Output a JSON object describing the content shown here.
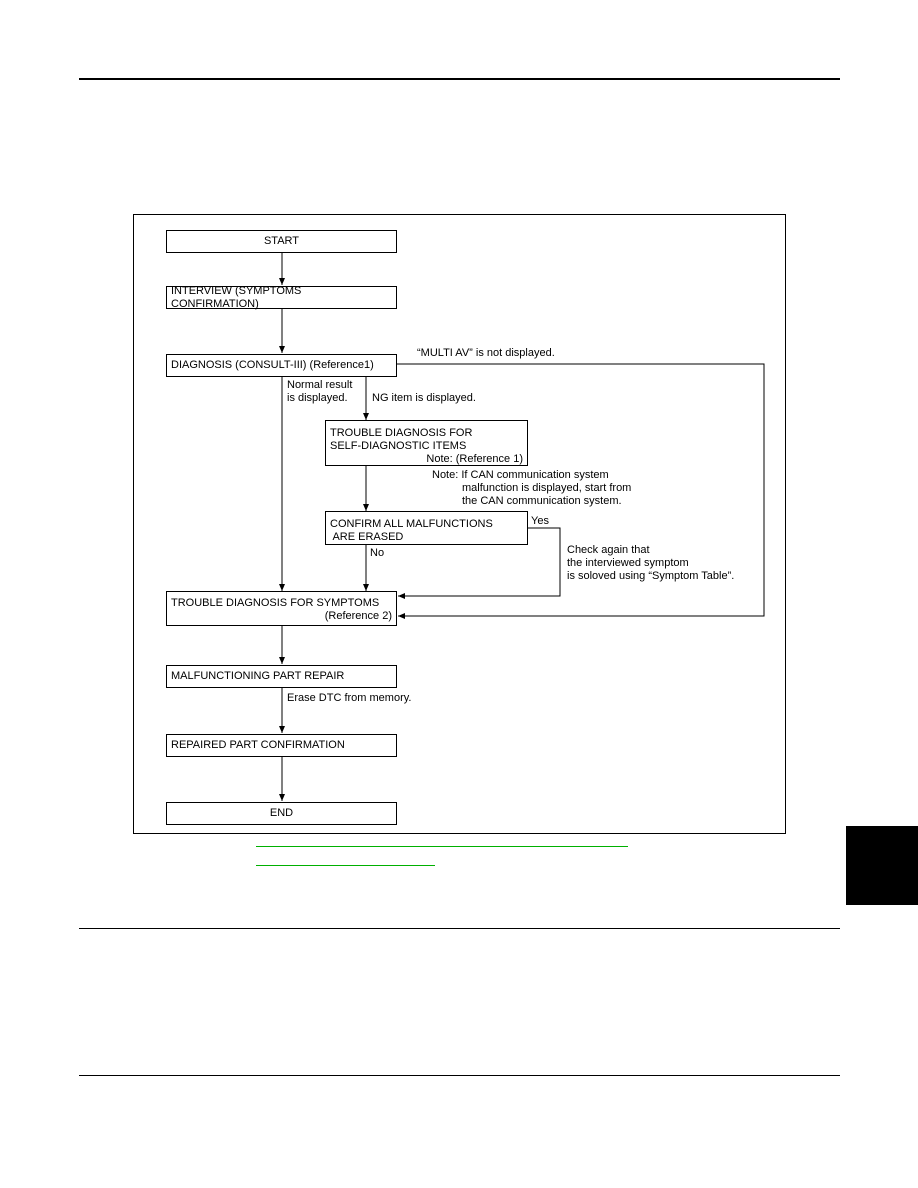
{
  "flowchart": {
    "nodes": {
      "start": "START",
      "interview": "INTERVIEW (SYMPTOMS CONFIRMATION)",
      "diagnosis": "DIAGNOSIS (CONSULT-III) (Reference1)",
      "trouble_self_line1": "TROUBLE DIAGNOSIS FOR",
      "trouble_self_line2": "SELF-DIAGNOSTIC ITEMS",
      "trouble_self_note": "Note: (Reference 1)",
      "confirm_line1": "CONFIRM ALL MALFUNCTIONS",
      "confirm_line2": " ARE ERASED",
      "symptoms_line1": "TROUBLE DIAGNOSIS FOR SYMPTOMS",
      "symptoms_line2": "(Reference 2)",
      "repair": "MALFUNCTIONING PART REPAIR",
      "confirmation": "REPAIRED PART CONFIRMATION",
      "end": "END"
    },
    "labels": {
      "multi_av": "“MULTI AV” is not displayed.",
      "normal_line1": "Normal result",
      "normal_line2": "is displayed.",
      "ng": "NG item is displayed.",
      "can_line1": "Note: If CAN communication system",
      "can_line2": "malfunction is displayed, start from",
      "can_line3": "the CAN communication system.",
      "yes": "Yes",
      "no": "No",
      "check_line1": "Check again that",
      "check_line2": "the interviewed symptom",
      "check_line3": "is soloved using “Symptom Table”.",
      "erase": "Erase DTC from memory."
    }
  },
  "colors": {
    "link_underline": "#00b000",
    "ink": "#000000"
  }
}
